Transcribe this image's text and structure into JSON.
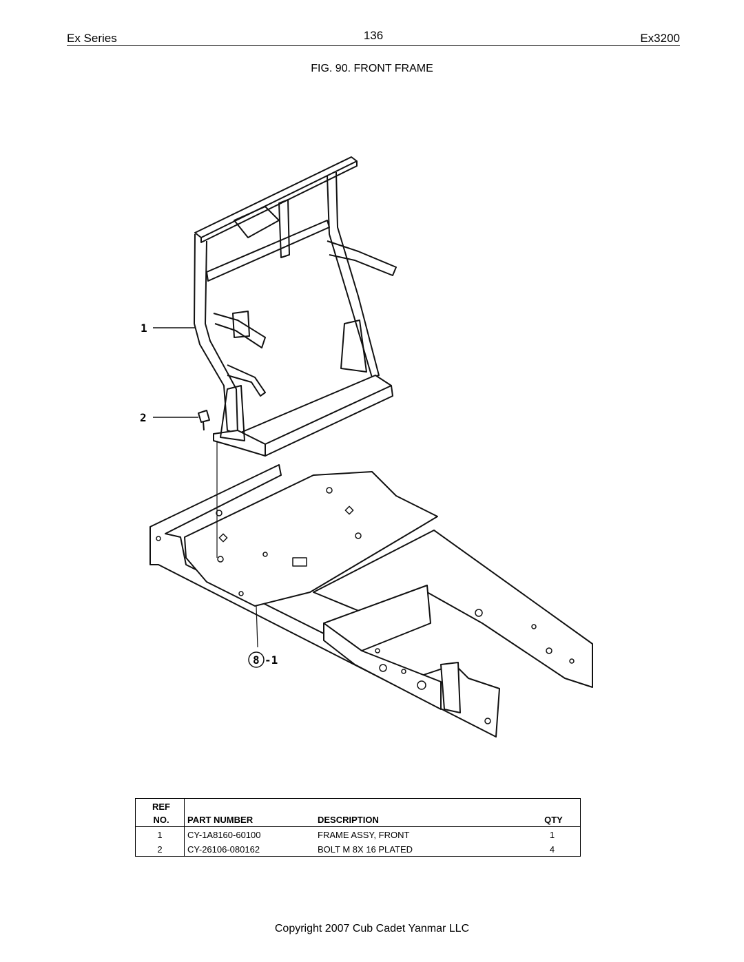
{
  "header": {
    "left": "Ex Series",
    "page_number": "136",
    "right": "Ex3200"
  },
  "figure": {
    "title": "FIG. 90. FRONT FRAME",
    "callouts": [
      "1",
      "2",
      "8",
      "-1"
    ]
  },
  "parts_table": {
    "headers": {
      "ref_line1": "REF",
      "ref_line2": "NO.",
      "part_number": "PART NUMBER",
      "description": "DESCRIPTION",
      "qty": "QTY"
    },
    "rows": [
      {
        "ref": "1",
        "part_number": "CY-1A8160-60100",
        "description": "FRAME ASSY, FRONT",
        "qty": "1"
      },
      {
        "ref": "2",
        "part_number": "CY-26106-080162",
        "description": "BOLT M 8X 16 PLATED",
        "qty": "4"
      }
    ]
  },
  "footer": {
    "copyright": "Copyright 2007 Cub Cadet Yanmar LLC"
  }
}
